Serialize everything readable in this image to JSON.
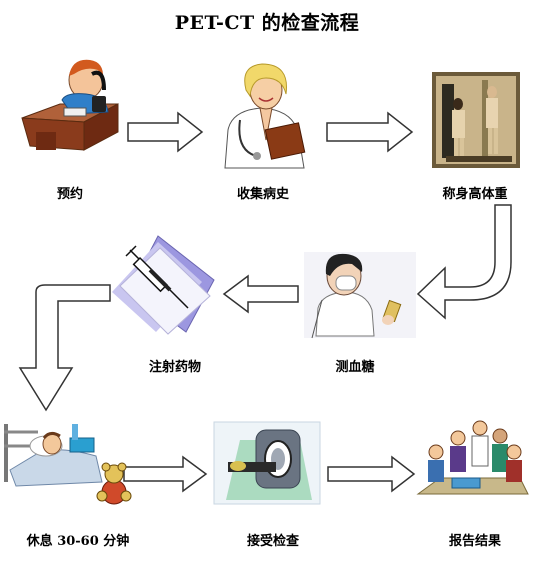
{
  "title": "PET-CT 的检查流程",
  "steps": [
    {
      "label": "预约",
      "icon": "receptionist-phone-icon"
    },
    {
      "label": "收集病史",
      "icon": "nurse-clipboard-icon"
    },
    {
      "label": "称身高体重",
      "icon": "height-weight-scale-icon"
    },
    {
      "label": "测血糖",
      "icon": "nurse-glucose-test-icon"
    },
    {
      "label": "注射药物",
      "icon": "syringe-injection-icon"
    },
    {
      "label": "休息 30-60 分钟",
      "icon": "patient-resting-bed-icon"
    },
    {
      "label": "接受检查",
      "icon": "pet-ct-scanner-icon"
    },
    {
      "label": "报告结果",
      "icon": "doctors-discussion-icon"
    }
  ],
  "colors": {
    "arrow_fill": "#ffffff",
    "arrow_stroke": "#333333",
    "text": "#000000"
  }
}
